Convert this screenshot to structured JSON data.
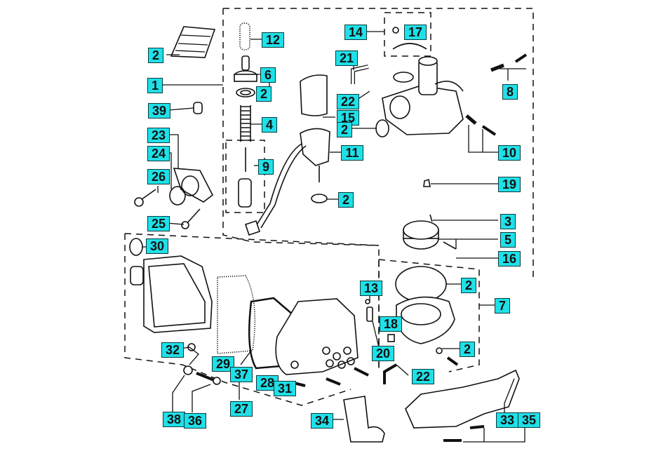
{
  "diagram": {
    "title": "Carburetor and air filter exploded parts diagram",
    "label_color": "#1fe0e8",
    "callouts": [
      {
        "id": "c2a",
        "text": "2"
      },
      {
        "id": "c1",
        "text": "1"
      },
      {
        "id": "c39",
        "text": "39"
      },
      {
        "id": "c23",
        "text": "23"
      },
      {
        "id": "c24",
        "text": "24"
      },
      {
        "id": "c26",
        "text": "26"
      },
      {
        "id": "c25",
        "text": "25"
      },
      {
        "id": "c30",
        "text": "30"
      },
      {
        "id": "c12",
        "text": "12"
      },
      {
        "id": "c6",
        "text": "6"
      },
      {
        "id": "c2b",
        "text": "2"
      },
      {
        "id": "c4",
        "text": "4"
      },
      {
        "id": "c9",
        "text": "9"
      },
      {
        "id": "c14",
        "text": "14"
      },
      {
        "id": "c17",
        "text": "17"
      },
      {
        "id": "c21",
        "text": "21"
      },
      {
        "id": "c22a",
        "text": "22"
      },
      {
        "id": "c15",
        "text": "15"
      },
      {
        "id": "c2c",
        "text": "2"
      },
      {
        "id": "c11",
        "text": "11"
      },
      {
        "id": "c2d",
        "text": "2"
      },
      {
        "id": "c8",
        "text": "8"
      },
      {
        "id": "c10",
        "text": "10"
      },
      {
        "id": "c19",
        "text": "19"
      },
      {
        "id": "c3",
        "text": "3"
      },
      {
        "id": "c5",
        "text": "5"
      },
      {
        "id": "c16",
        "text": "16"
      },
      {
        "id": "c2e",
        "text": "2"
      },
      {
        "id": "c7",
        "text": "7"
      },
      {
        "id": "c13",
        "text": "13"
      },
      {
        "id": "c18",
        "text": "18"
      },
      {
        "id": "c2f",
        "text": "2"
      },
      {
        "id": "c20",
        "text": "20"
      },
      {
        "id": "c22b",
        "text": "22"
      },
      {
        "id": "c32",
        "text": "32"
      },
      {
        "id": "c29",
        "text": "29"
      },
      {
        "id": "c37",
        "text": "37"
      },
      {
        "id": "c28",
        "text": "28"
      },
      {
        "id": "c31",
        "text": "31"
      },
      {
        "id": "c27",
        "text": "27"
      },
      {
        "id": "c38",
        "text": "38"
      },
      {
        "id": "c36",
        "text": "36"
      },
      {
        "id": "c34",
        "text": "34"
      },
      {
        "id": "c33",
        "text": "33"
      },
      {
        "id": "c35",
        "text": "35"
      }
    ]
  }
}
